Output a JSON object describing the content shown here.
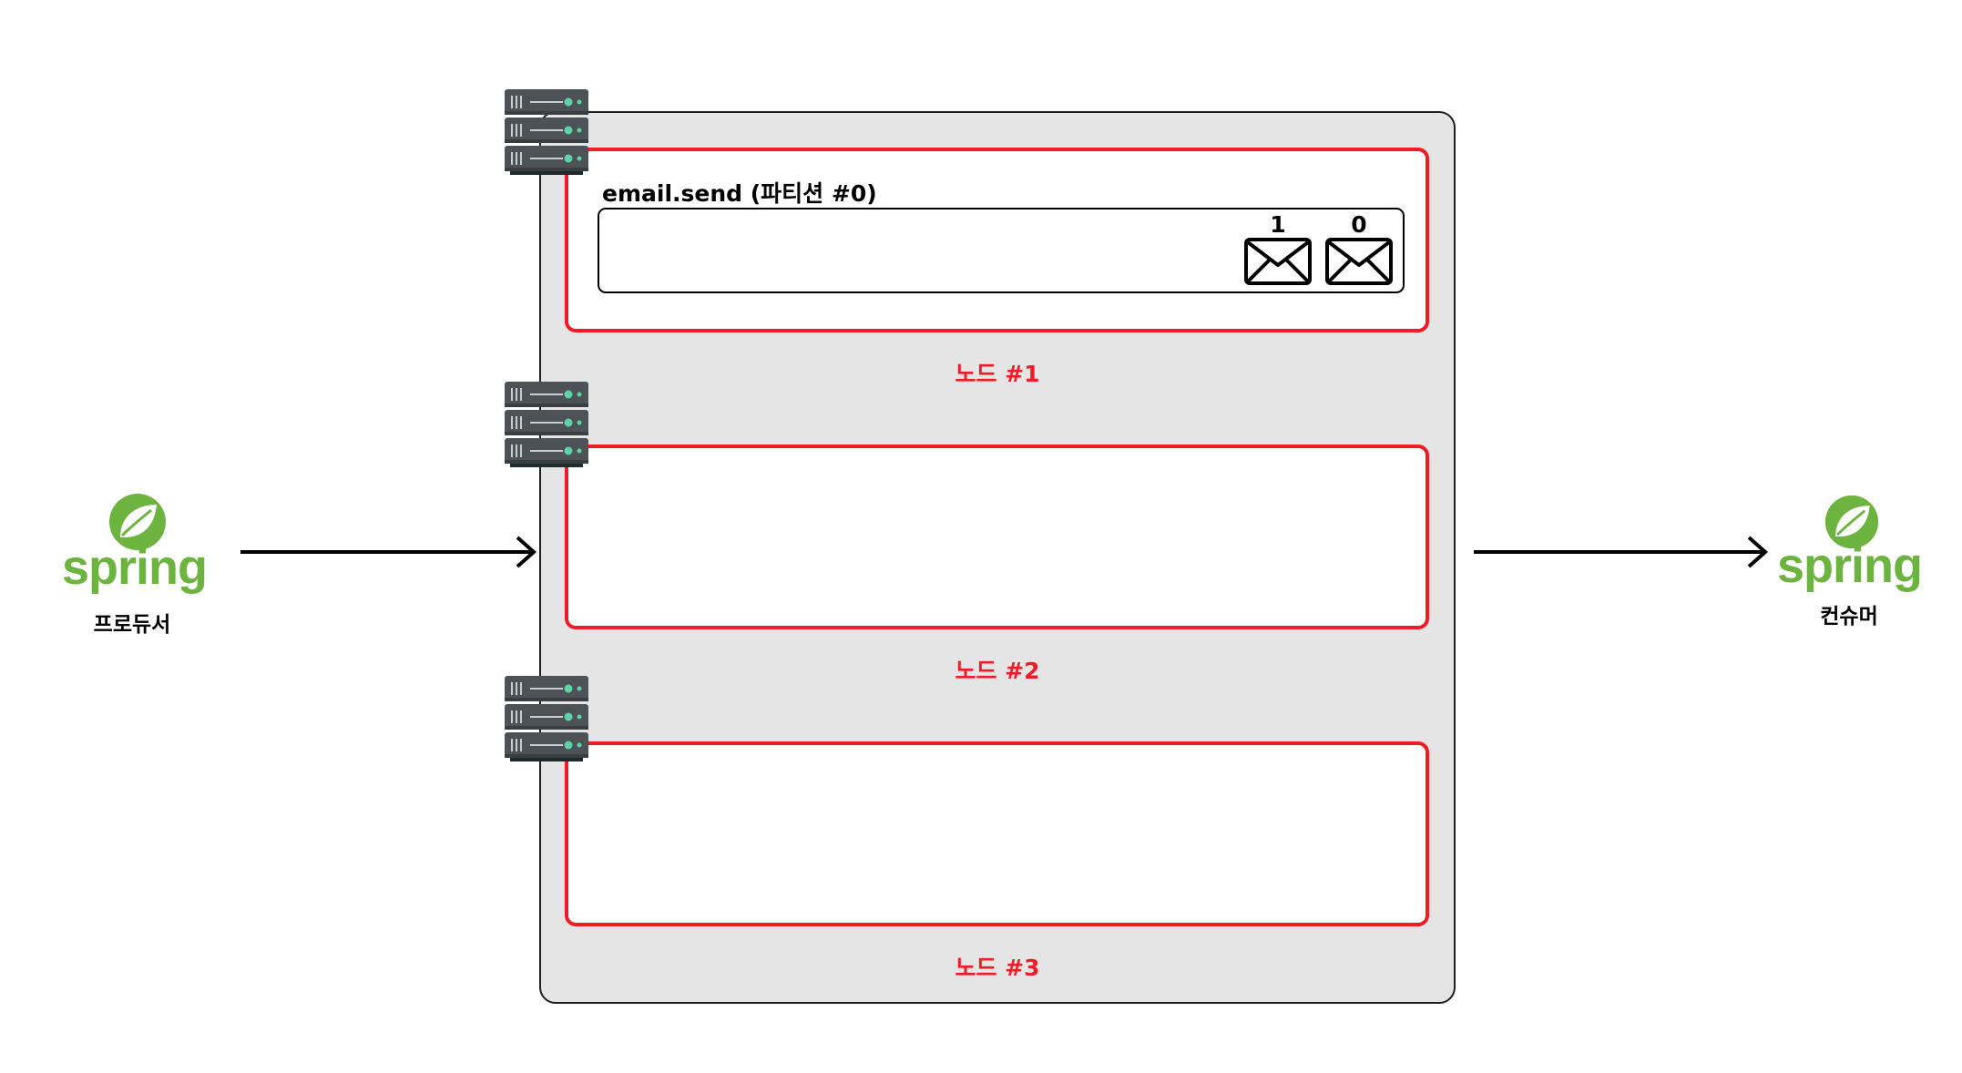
{
  "producer": {
    "logo_text": "spring",
    "label": "프로듀서"
  },
  "consumer": {
    "logo_text": "spring",
    "label": "컨슈머"
  },
  "partition": {
    "title": "email.send (파티션 #0)",
    "messages": [
      {
        "offset": "1"
      },
      {
        "offset": "0"
      }
    ]
  },
  "nodes": [
    {
      "label": "노드 #1"
    },
    {
      "label": "노드 #2"
    },
    {
      "label": "노드 #3"
    }
  ],
  "icons": {
    "server": "server-rack-icon",
    "message": "envelope-icon",
    "logo": "spring-leaf-icon"
  },
  "colors": {
    "node_border": "#ee1c24",
    "cluster_bg": "#e5e5e5",
    "spring_green": "#6db33f",
    "server_body": "#4d5256",
    "server_led": "#5fd3a6"
  }
}
